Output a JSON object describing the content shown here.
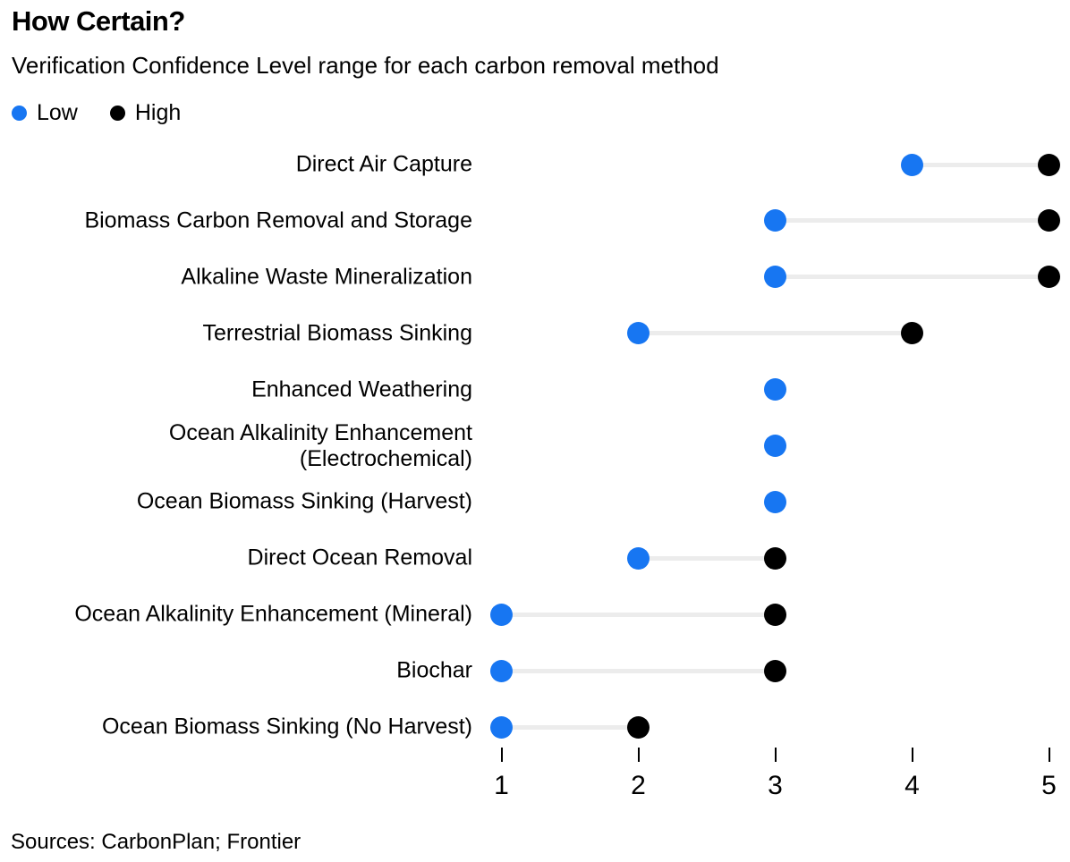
{
  "header": {
    "title": "How Certain?",
    "subtitle": "Verification Confidence Level range for each carbon removal method"
  },
  "legend": {
    "low_label": "Low",
    "high_label": "High"
  },
  "colors": {
    "low_dot": "#1776f2",
    "high_dot": "#000000",
    "connector": "#ececec",
    "text": "#000000",
    "background": "#ffffff"
  },
  "chart_data": {
    "type": "dumbbell",
    "title": "How Certain?",
    "subtitle": "Verification Confidence Level range for each carbon removal method",
    "xlim": [
      1,
      5
    ],
    "x_ticks": [
      "1",
      "2",
      "3",
      "4",
      "5"
    ],
    "grid": false,
    "legend_position": "top-left",
    "categories": [
      "Direct Air Capture",
      "Biomass Carbon Removal and Storage",
      "Alkaline Waste Mineralization",
      "Terrestrial Biomass Sinking",
      "Enhanced Weathering",
      "Ocean Alkalinity Enhancement (Electrochemical)",
      "Ocean Biomass Sinking (Harvest)",
      "Direct Ocean Removal",
      "Ocean Alkalinity Enhancement (Mineral)",
      "Biochar",
      "Ocean Biomass Sinking (No Harvest)"
    ],
    "series": [
      {
        "name": "Low",
        "values": [
          4,
          3,
          3,
          2,
          3,
          3,
          3,
          2,
          1,
          1,
          1
        ]
      },
      {
        "name": "High",
        "values": [
          5,
          5,
          5,
          4,
          3,
          3,
          3,
          3,
          3,
          3,
          2
        ]
      }
    ]
  },
  "footer": {
    "sources": "Sources: CarbonPlan; Frontier"
  }
}
